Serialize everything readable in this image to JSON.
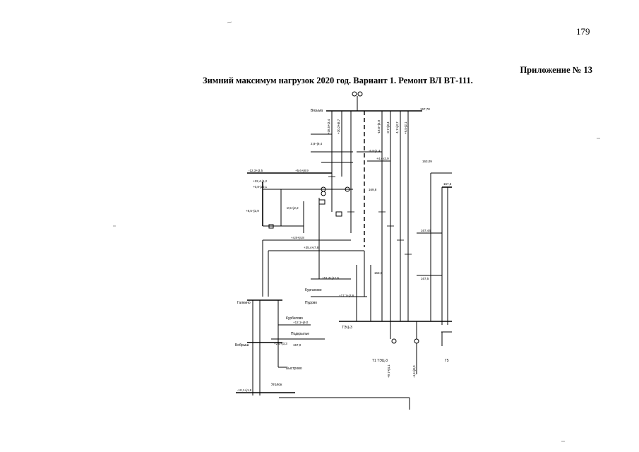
{
  "page": {
    "number": "179",
    "appendix": "Приложение № 13",
    "title": "Зимний максимум нагрузок 2020 год. Вариант 1. Ремонт ВЛ ВТ-111."
  },
  "scheme": {
    "nodes": [
      {
        "key": "vyaz",
        "label": "Вязьма"
      },
      {
        "key": "galkovo",
        "label": "Галкино"
      },
      {
        "key": "kurbatovo",
        "label": "Курбатово"
      },
      {
        "key": "bobrovo",
        "label": "Бобрыш"
      },
      {
        "key": "vystrovo",
        "label": "Быстрово"
      },
      {
        "key": "ugolok",
        "label": "Уголок"
      },
      {
        "key": "kurganovo",
        "label": "Курганово"
      },
      {
        "key": "podkryl",
        "label": "Подкрылье"
      },
      {
        "key": "pudovo",
        "label": "Пудово"
      },
      {
        "key": "ts",
        "label": "ТЭЦ-3"
      },
      {
        "key": "tpt1",
        "label": "Т1 ТЭЦ-3"
      },
      {
        "key": "g5",
        "label": "Г5"
      }
    ],
    "readings": [
      "167,78",
      "167,3",
      "163,09",
      "169,8",
      "157,0",
      "163,5",
      "167,44",
      "167,5",
      "+38,5+j3,4",
      "+20,2+j8,7",
      "-18,6+j5,0",
      "-3,7+j8,4",
      "-1,7+j3,7",
      "+9,5-j2,1",
      "2,8+j9,4",
      "-6,9-j1,4",
      "+4,4-j2,9",
      "-12,3+j3,5",
      "+5,6+j8,9",
      "+22,4-j6,2",
      "+0,8-j20,1",
      "+8,5+j2,9",
      "-2,5+j2,2",
      "+4,8+j4,8",
      "+35,4+j7,8",
      "+12,1+j9,0",
      "+2,5+j3,3",
      "-10,1+j1,8",
      "+51,3+j12,8",
      "+17,1+j3,6",
      "+9,7+j4,1",
      "-4,4+j0,9"
    ]
  }
}
